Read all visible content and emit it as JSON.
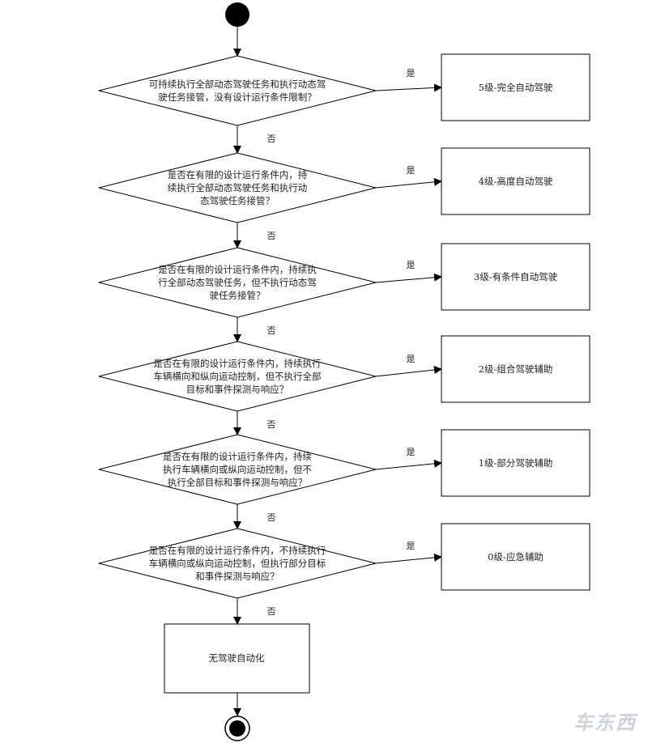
{
  "decisions": [
    {
      "lines": [
        "可持续执行全部动态驾驶任务和执行动态驾",
        "驶任务接管，没有设计运行条件限制？"
      ],
      "yes_label": "是",
      "no_label": "否"
    },
    {
      "lines": [
        "是否在有限的设计运行条件内，持",
        "续执行全部动态驾驶任务和执行动",
        "态驾驶任务接管？"
      ],
      "yes_label": "是",
      "no_label": "否"
    },
    {
      "lines": [
        "是否在有限的设计运行条件内，持续执",
        "行全部动态驾驶任务，但不执行动态驾",
        "驶任务接管？"
      ],
      "yes_label": "是",
      "no_label": "否"
    },
    {
      "lines": [
        "是否在有限的设计运行条件内，持续执行",
        "车辆横向和纵向运动控制，但不执行全部",
        "目标和事件探测与响应？"
      ],
      "yes_label": "是",
      "no_label": "否"
    },
    {
      "lines": [
        "是否在有限的设计运行条件内，持续",
        "执行车辆横向或纵向运动控制，但不",
        "执行全部目标和事件探测与响应？"
      ],
      "yes_label": "是",
      "no_label": "否"
    },
    {
      "lines": [
        "是否在有限的设计运行条件内，不持续执行",
        "车辆横向或纵向运动控制，但执行部分目标",
        "和事件探测与响应？"
      ],
      "yes_label": "是",
      "no_label": "否"
    }
  ],
  "levels": [
    "5级-完全自动驾驶",
    "4级-高度自动驾驶",
    "3级-有条件自动驾驶",
    "2级-组合驾驶辅助",
    "1级-部分驾驶辅助",
    "0级-应急辅助"
  ],
  "final_box": "无驾驶自动化",
  "watermark": "车东西"
}
